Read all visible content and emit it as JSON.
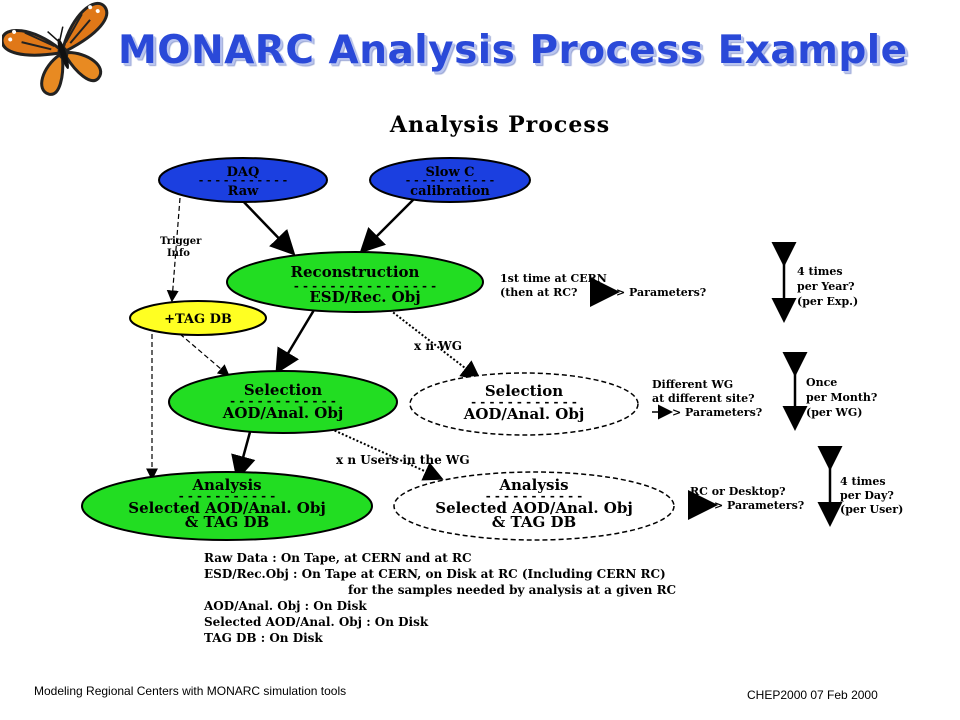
{
  "slide": {
    "title": "MONARC Analysis Process Example",
    "footer_left": "Modeling Regional Centers with MONARC simulation tools",
    "footer_right": "CHEP2000    07 Feb 2000",
    "logo": "butterfly-logo"
  },
  "diagram": {
    "heading": "Analysis Process",
    "nodes": {
      "daq": {
        "line1": "DAQ",
        "line2": "Raw",
        "color": "#1b3fe0"
      },
      "slowc": {
        "line1": "Slow C",
        "line2": "calibration",
        "color": "#1b3fe0"
      },
      "reco": {
        "line1": "Reconstruction",
        "line2": "ESD/Rec. Obj",
        "color": "#22dd22"
      },
      "tagdb": {
        "line1": "+TAG DB",
        "color": "#ffff22"
      },
      "sel1": {
        "line1": "Selection",
        "line2": "AOD/Anal. Obj",
        "color": "#22dd22"
      },
      "sel2": {
        "line1": "Selection",
        "line2": "AOD/Anal. Obj"
      },
      "ana1": {
        "line1": "Analysis",
        "line2": "Selected AOD/Anal. Obj",
        "line3": "& TAG DB",
        "color": "#22dd22"
      },
      "ana2": {
        "line1": "Analysis",
        "line2": "Selected AOD/Anal. Obj",
        "line3": "& TAG DB"
      }
    },
    "labels": {
      "trigger1": "Trigger",
      "trigger2": "Info",
      "xnwg": "x n WG",
      "xnusers": "x n Users in the WG"
    },
    "notes": {
      "reco_where1": "1st time at CERN",
      "reco_where2": "(then at RC?",
      "reco_where3": "> Parameters?",
      "reco_freq1": "4 times",
      "reco_freq2": "per Year?",
      "reco_freq3": "(per Exp.)",
      "sel_where1": "Different WG",
      "sel_where2": "at different site?",
      "sel_where3": "> Parameters?",
      "sel_freq1": "Once",
      "sel_freq2": "per Month?",
      "sel_freq3": "(per WG)",
      "ana_where1": "RC or Desktop?",
      "ana_where2": "> Parameters?",
      "ana_freq1": "4 times",
      "ana_freq2": "per Day?",
      "ana_freq3": "(per User)"
    },
    "storage": [
      "Raw Data : On Tape, at CERN and at RC",
      "ESD/Rec.Obj : On Tape at CERN, on Disk at RC (Including CERN RC)",
      "for the samples needed by analysis at a given RC",
      "AOD/Anal. Obj : On Disk",
      "Selected AOD/Anal. Obj : On Disk",
      "TAG DB  : On Disk"
    ]
  }
}
